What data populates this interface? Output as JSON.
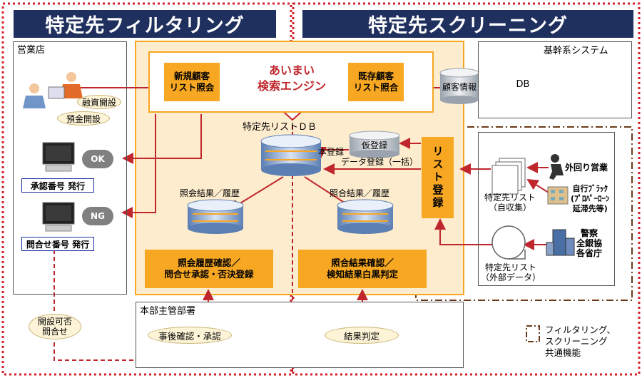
{
  "titles": {
    "filtering": "特定先フィルタリング",
    "screening": "特定先スクリーニング"
  },
  "branch": {
    "label": "営業店",
    "loan": "融資開設",
    "deposit": "預金開設",
    "ok": "OK",
    "ng": "NG",
    "approval_issue": "承認番号 発行",
    "inquiry_issue": "問合せ番号 発行"
  },
  "engine": {
    "new_check": "新規顧客\nリスト照会",
    "title": "あいまい\n検索エンジン",
    "existing_check": "既存顧客\nリスト照合"
  },
  "core": {
    "label": "基幹系システム",
    "db": "DB",
    "customer_info": "顧客情報"
  },
  "center": {
    "db_label": "特定先リストＤＢ",
    "temp_reg": "仮登録",
    "main_reg": "本登録",
    "data_reg": "データ登録（一括）",
    "list_reg": "リスト登録",
    "result_history_left": "照会結果／履歴",
    "result_history_right": "照合結果／履歴",
    "confirm_left": "照会履歴確認／\n問合せ承認・否決登録",
    "confirm_right": "照合結果確認／\n検知結果白黒判定"
  },
  "sources": {
    "field_sales": "外回り営業",
    "own_black": "自行ﾌﾞﾗｯｸ\n(ﾌﾟﾛﾊﾟｰﾛｰﾝ\n延滞先等)",
    "list_self": "特定先リスト\n（自収集）",
    "police": "警察\n全銀協\n各省庁",
    "list_external": "特定先リスト\n（外部データ）"
  },
  "hq": {
    "label": "本部主管部署",
    "post_confirm": "事後確認・承認",
    "judgment": "結果判定",
    "inquiry": "開設可否\n問合せ"
  },
  "legend": {
    "text": "フィルタリング、\nスクリーニング\n共通機能"
  },
  "colors": {
    "banner": "#1f2f5e",
    "orange": "#f7a722",
    "panel_bg": "#fdeccd",
    "red": "#c0272d"
  }
}
